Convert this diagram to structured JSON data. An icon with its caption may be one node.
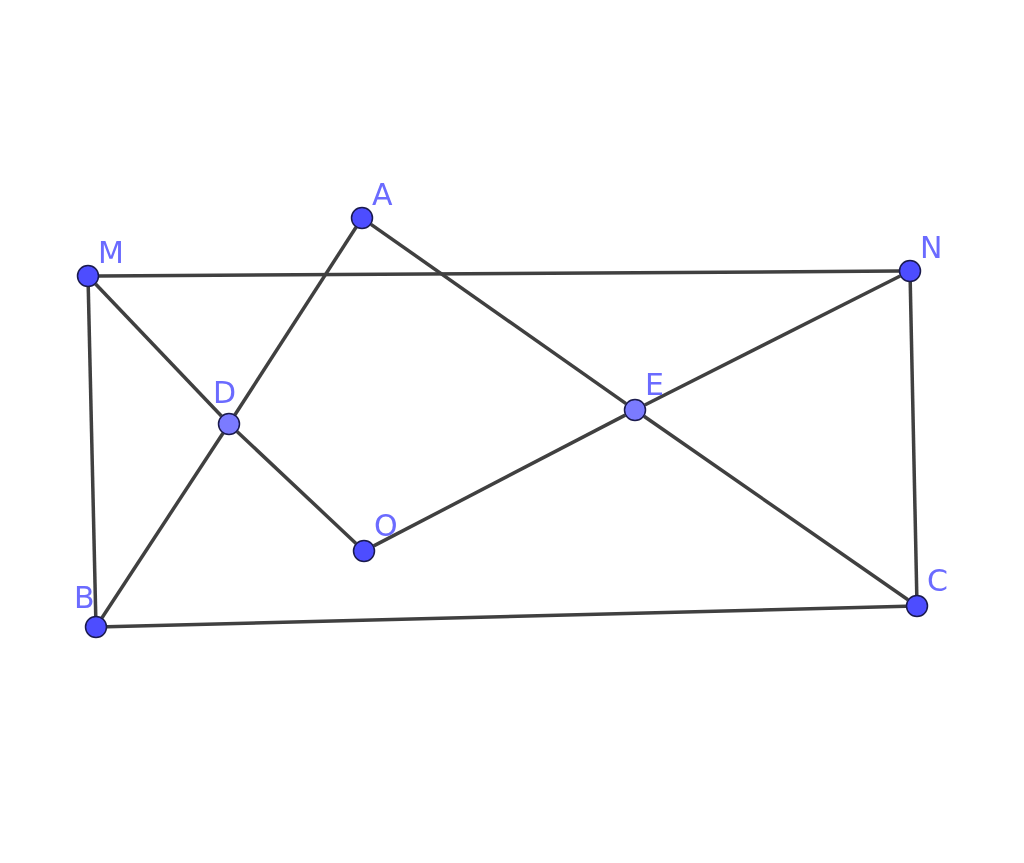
{
  "diagram": {
    "nodes": [
      {
        "text": [
          "A"
        ]
      },
      {
        "text": [
          "M"
        ]
      },
      {
        "text": [
          "N"
        ]
      },
      {
        "text": [
          "D"
        ]
      },
      {
        "text": [
          "E"
        ]
      },
      {
        "text": [
          "O"
        ]
      },
      {
        "text": [
          "B"
        ]
      },
      {
        "text": [
          "C"
        ]
      }
    ],
    "edges": [
      {
        "from": 1,
        "to": 2,
        "arrow": "none"
      },
      {
        "from": 1,
        "to": 6,
        "arrow": "none"
      },
      {
        "from": 6,
        "to": 7,
        "arrow": "none"
      },
      {
        "from": 2,
        "to": 7,
        "arrow": "none"
      },
      {
        "from": 1,
        "to": 3,
        "arrow": "none"
      },
      {
        "from": 3,
        "to": 5,
        "arrow": "none"
      },
      {
        "from": 0,
        "to": 3,
        "arrow": "none"
      },
      {
        "from": 3,
        "to": 6,
        "arrow": "none"
      },
      {
        "from": 0,
        "to": 4,
        "arrow": "none"
      },
      {
        "from": 4,
        "to": 7,
        "arrow": "none"
      },
      {
        "from": 2,
        "to": 4,
        "arrow": "none"
      },
      {
        "from": 4,
        "to": 5,
        "arrow": "none"
      }
    ]
  }
}
